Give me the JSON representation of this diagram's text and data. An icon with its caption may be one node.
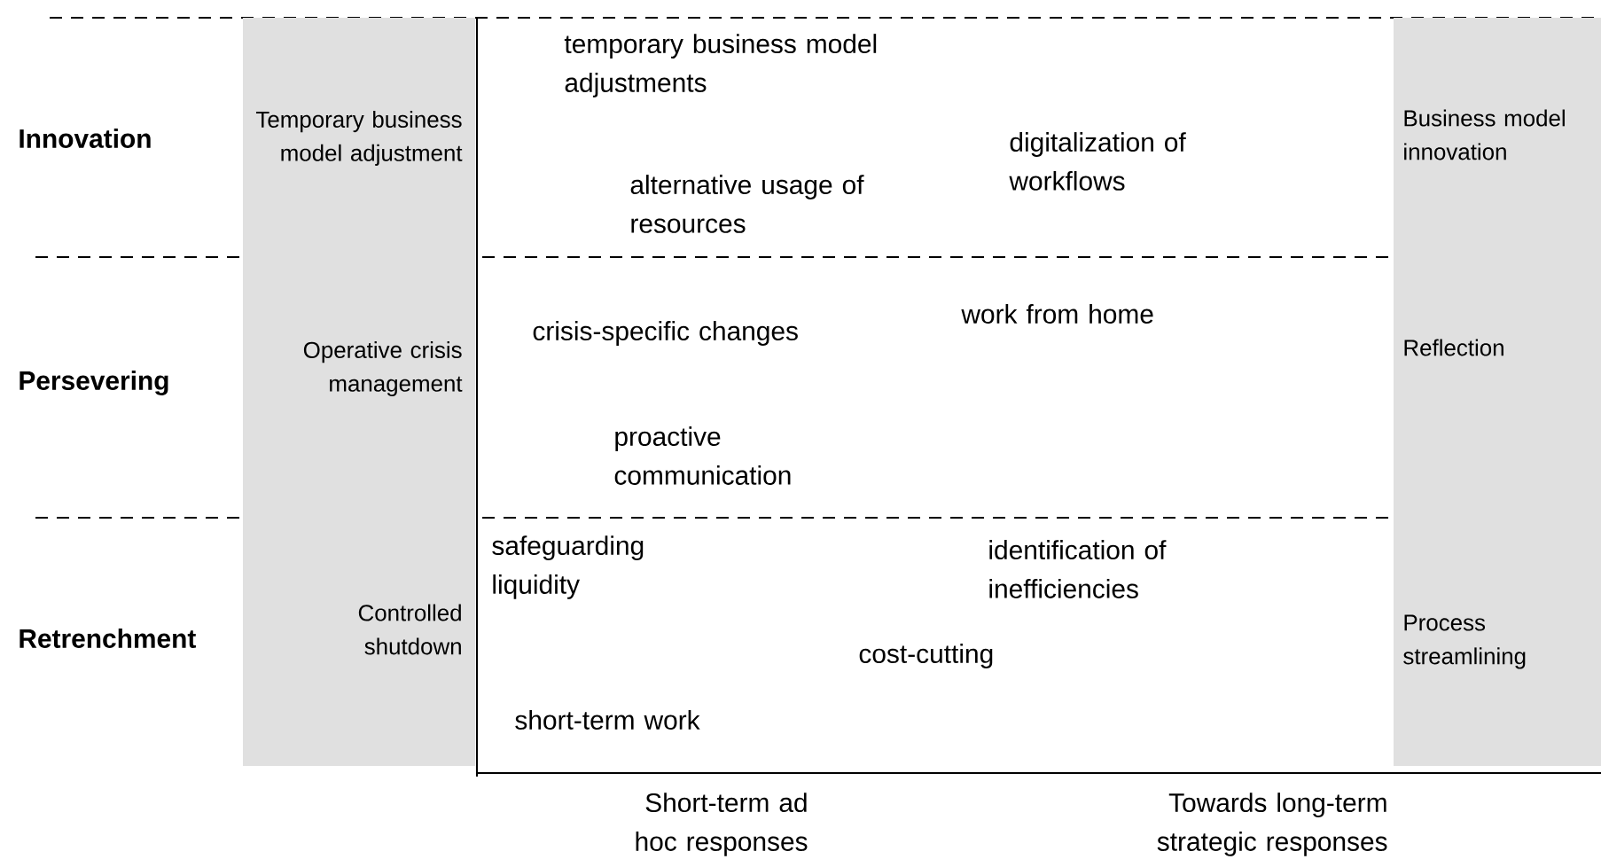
{
  "diagram": {
    "nodes": [
      {
        "text": [
          "Temporary business model adjustment",
          "Operative crisis management",
          "Controlled shutdown"
        ]
      },
      {
        "text": [
          "Business model innovation",
          "Reflection",
          "Process streamlining"
        ]
      }
    ],
    "edges": [],
    "labels": [
      "Innovation",
      "Persevering",
      "Retrenchment",
      "temporary business model adjustments",
      "digitalization of workflows",
      "alternative usage of resources",
      "work from home",
      "crisis-specific changes",
      "proactive communication",
      "safeguarding liquidity",
      "identification of inefficiencies",
      "cost-cutting",
      "short-term work",
      "Short-term ad hoc responses",
      "Towards long-term strategic responses"
    ]
  }
}
